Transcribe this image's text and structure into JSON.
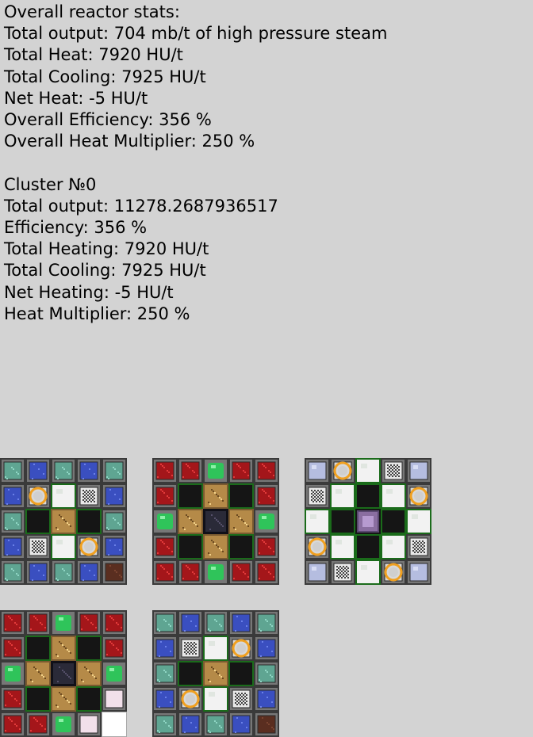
{
  "stats": {
    "lines": [
      "Overall reactor stats:",
      "Total output: 704 mb/t of high pressure steam",
      "Total Heat: 7920 HU/t",
      "Total Cooling: 7925 HU/t",
      "Net Heat: -5 HU/t",
      "Overall Efficiency: 356 %",
      "Overall Heat Multiplier: 250 %",
      "",
      "Cluster №0",
      "Total output: 11278.2687936517",
      "Efficiency: 356 %",
      "Total Heating: 7920 HU/t",
      "Total Cooling: 7925 HU/t",
      "Net Heating: -5 HU/t",
      "Heat Multiplier: 250 %"
    ]
  },
  "block_types": {
    "C": "cryotheum-cooler",
    "L": "lapis-cooler",
    "G": "glowstone-moderator",
    "O": "obsidian-fuel-cell",
    "K": "reactor-casing-black",
    "Q": "quartz-cooler",
    "D": "diamond-cooler",
    "T": "tin-cooler",
    "R": "redstone-cooler",
    "E": "emerald-cooler",
    "B": "brick-cooler",
    "P": "purple-fuel-cell",
    "V": "ice-cooler",
    "W": "empty-white",
    "N": "pink-cooler"
  },
  "layers": [
    [
      "CLCLC",
      "LTQDL",
      "CKGKC",
      "LDQTL",
      "CLCLB"
    ],
    [
      "RRERR",
      "RKGKR",
      "EGOGE",
      "RKGKR",
      "RRERR"
    ],
    [
      "VTQDV",
      "DQKQT",
      "QKPKQ",
      "TQKQD",
      "VDQTV"
    ],
    [
      "RRERR",
      "RKGKR",
      "EGOGE",
      "RKGKN",
      "RRENW"
    ],
    [
      "CLCLC",
      "LDQTL",
      "CKGKC",
      "LTQDL",
      "CLCLB"
    ]
  ]
}
